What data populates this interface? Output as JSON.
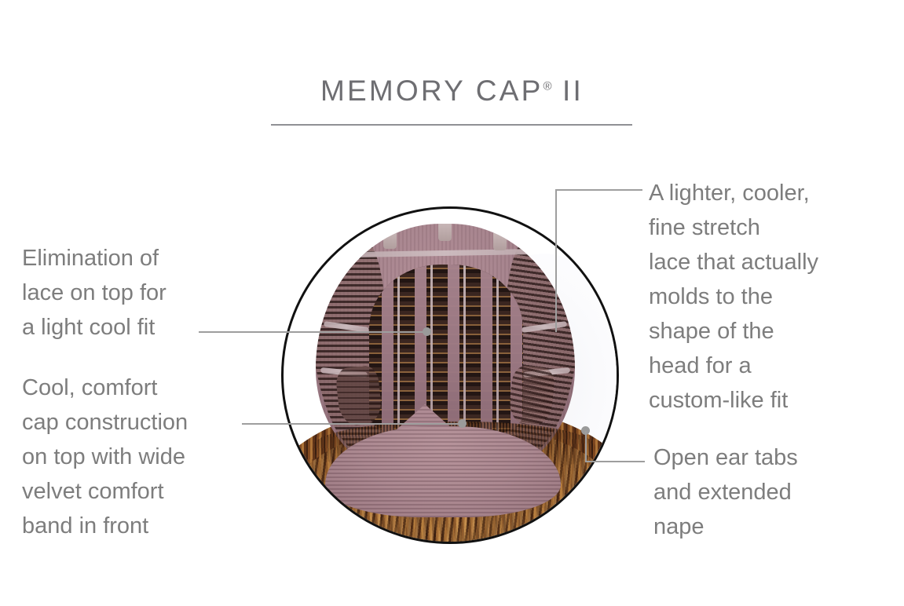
{
  "header": {
    "title": "MEMORY CAP",
    "registered_mark": "®",
    "version": "II"
  },
  "colors": {
    "text_gray": "#7d7d7d",
    "title_gray": "#6e6e72",
    "rule_gray": "#8f9094",
    "leader_gray": "#9e9e9e",
    "circle_outline": "#111111",
    "cap_mauve": "#a5838d",
    "hair_auburn": "#a9692f",
    "weft_dark": "#3a2420"
  },
  "callouts": [
    {
      "id": "elimination-of-lace",
      "position": "left-top",
      "text": "Elimination of\nlace on top for\na light cool fit"
    },
    {
      "id": "cool-comfort-cap",
      "position": "left-bottom",
      "text": "Cool, comfort\ncap construction\non top with wide\nvelvet comfort\nband in front"
    },
    {
      "id": "fine-stretch-lace",
      "position": "right-top",
      "text": "A lighter, cooler,\nfine stretch\nlace that actually\nmolds to the\nshape of the\nhead for a\ncustom-like fit"
    },
    {
      "id": "open-ear-tabs",
      "position": "right-bottom",
      "text": "Open ear tabs\nand extended\nnape"
    }
  ],
  "product_image": {
    "description": "wig-cap-interior-photo",
    "shape": "circle"
  }
}
